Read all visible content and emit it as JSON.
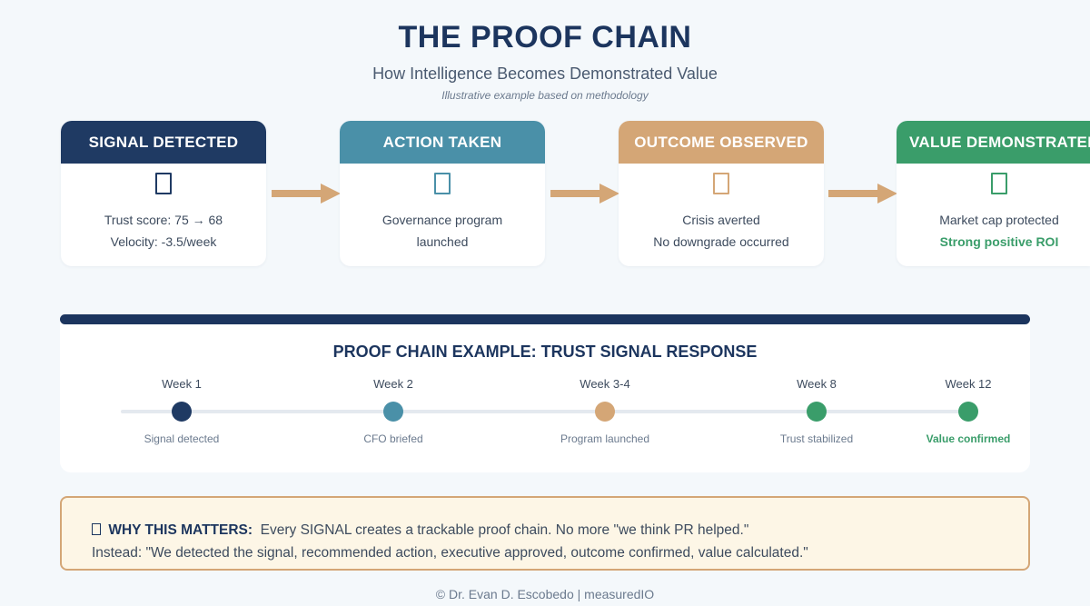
{
  "header": {
    "title": "THE PROOF CHAIN",
    "subtitle": "How Intelligence Becomes Demonstrated Value",
    "note": "Illustrative example based on methodology"
  },
  "cards": [
    {
      "title": "SIGNAL DETECTED",
      "color": "#1f3a63",
      "icon": "document-icon",
      "line1": "Trust score: 75 → 68",
      "line2": "Velocity: -3.5/week",
      "line2_color": "#3d4b5e"
    },
    {
      "title": "ACTION TAKEN",
      "color": "#4a90a8",
      "icon": "document-icon",
      "line1": "Governance program",
      "line2": "launched",
      "line2_color": "#3d4b5e"
    },
    {
      "title": "OUTCOME OBSERVED",
      "color": "#d4a676",
      "icon": "document-icon",
      "line1": "Crisis averted",
      "line2": "No downgrade occurred",
      "line2_color": "#3d4b5e"
    },
    {
      "title": "VALUE DEMONSTRATED",
      "color": "#3a9d6a",
      "icon": "document-icon",
      "line1": "Market cap protected",
      "line2": "Strong positive ROI",
      "line2_color": "#3a9d6a"
    }
  ],
  "timeline": {
    "title": "PROOF CHAIN EXAMPLE: TRUST SIGNAL RESPONSE",
    "steps": [
      {
        "week": "Week 1",
        "label": "Signal detected",
        "color": "#1f3a63"
      },
      {
        "week": "Week 2",
        "label": "CFO briefed",
        "color": "#4a90a8"
      },
      {
        "week": "Week 3-4",
        "label": "Program launched",
        "color": "#d4a676"
      },
      {
        "week": "Week 8",
        "label": "Trust stabilized",
        "color": "#3a9d6a"
      },
      {
        "week": "Week 12",
        "label": "Value confirmed",
        "color": "#3a9d6a"
      }
    ]
  },
  "why": {
    "heading": "WHY THIS MATTERS:",
    "text1": "Every SIGNAL creates a trackable proof chain. No more \"we think PR helped.\"",
    "text2": "Instead: \"We detected the signal, recommended action, executive approved, outcome confirmed, value calculated.\""
  },
  "footer": "© Dr. Evan D. Escobedo | measuredIO",
  "colors": {
    "navy": "#1c355e",
    "arrow": "#d4a676",
    "background": "#f4f8fb"
  }
}
